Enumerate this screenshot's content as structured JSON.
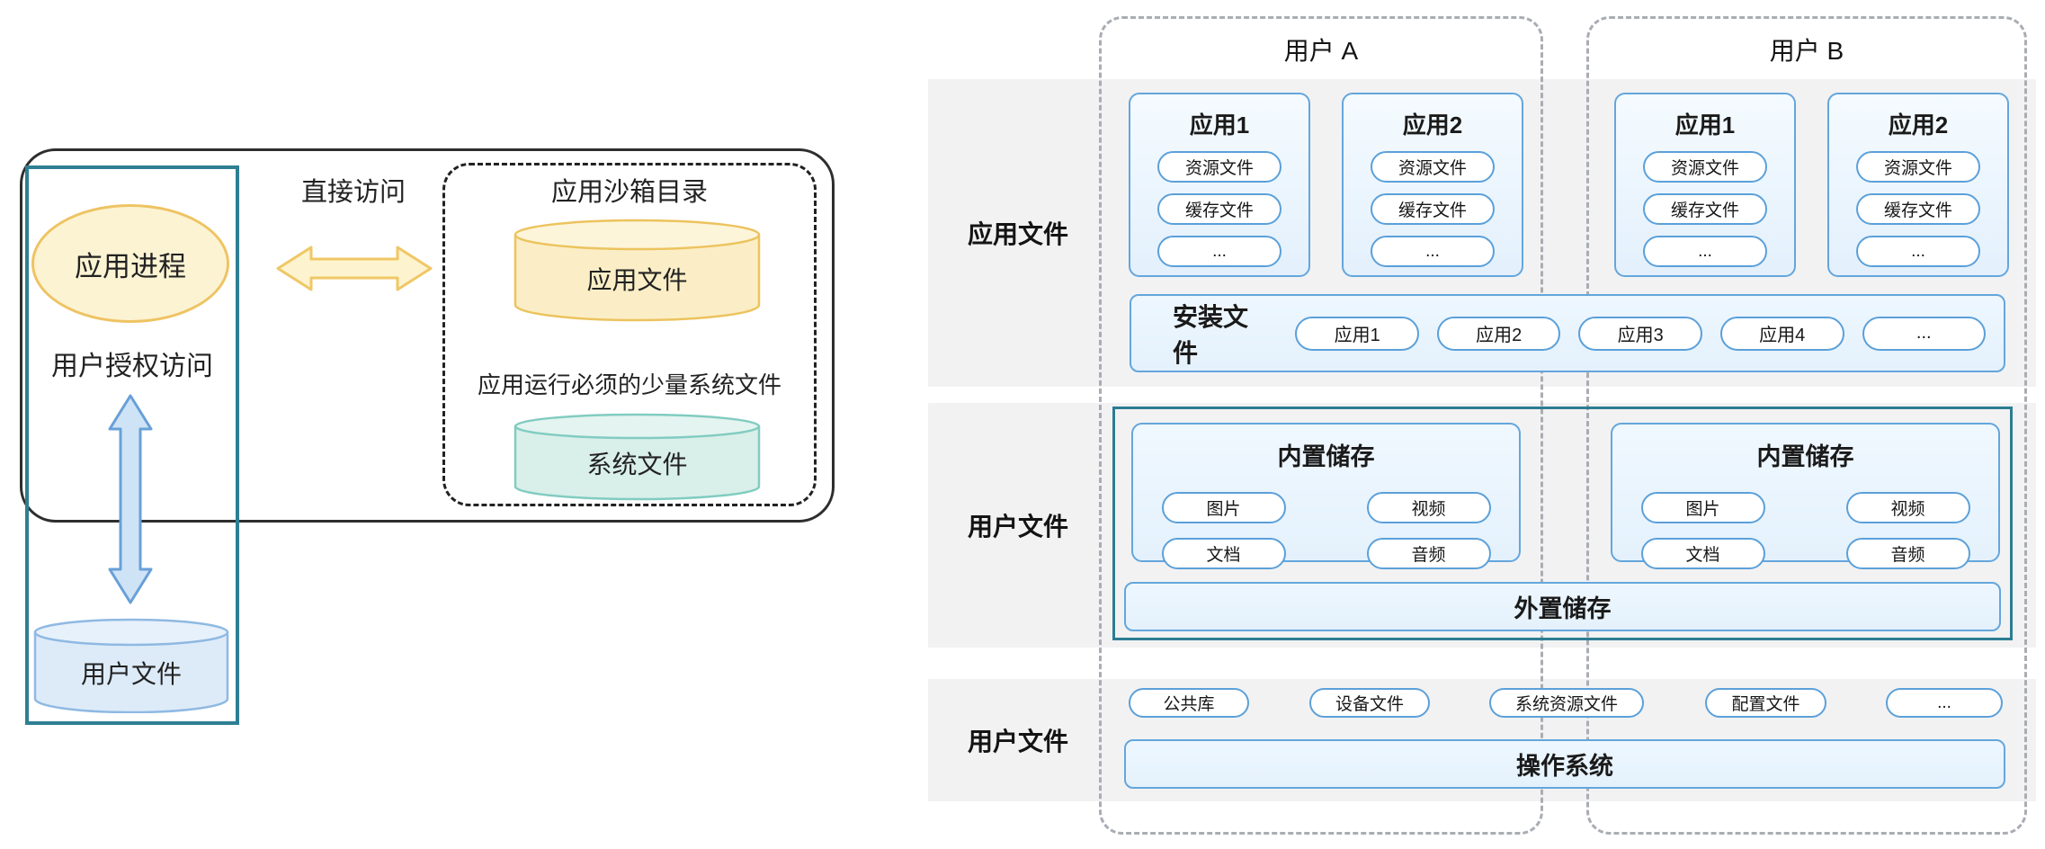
{
  "left_diagram": {
    "process_box": {
      "ellipse_label": "应用进程",
      "auth_label": "用户授权访问",
      "cylinder_label": "用户文件"
    },
    "direct_access_label": "直接访问",
    "sandbox_box": {
      "title": "应用沙箱目录",
      "app_cylinder_label": "应用文件",
      "note": "应用运行必须的少量系统文件",
      "system_cylinder_label": "系统文件"
    }
  },
  "right_diagram": {
    "user_a_label": "用户 A",
    "user_b_label": "用户 B",
    "row_labels": [
      "应用文件",
      "用户文件",
      "用户文件"
    ],
    "app_card": {
      "titles": [
        "应用1",
        "应用2"
      ],
      "pills": [
        "资源文件",
        "缓存文件",
        "..."
      ]
    },
    "install_row": {
      "label": "安装文件",
      "pills": [
        "应用1",
        "应用2",
        "应用3",
        "应用4",
        "..."
      ]
    },
    "internal_storage": {
      "title": "内置储存",
      "pills": [
        "图片",
        "视频",
        "文档",
        "音频"
      ]
    },
    "external_storage_label": "外置储存",
    "system_row": {
      "pills": [
        "公共库",
        "设备文件",
        "系统资源文件",
        "配置文件",
        "..."
      ],
      "os_label": "操作系统"
    }
  },
  "colors": {
    "band_gray": "#f2f2f3",
    "dashed_gray": "#a9adb3",
    "blue_border": "#64a6dc",
    "teal_border": "#2c7d91",
    "teal_rect_left": "#2e7f93",
    "yellow_fill": "#fcf3d3",
    "yellow_border": "#eec362",
    "yellow_cyl_fill": "#fbeec6",
    "teal_cyl_fill": "#d9efe9",
    "teal_cyl_border": "#81ccc1",
    "blue_cyl_fill": "#ddebf9",
    "blue_cyl_border": "#8fb9e2",
    "blue_arrow_fill": "#cfe3f6",
    "blue_arrow_border": "#68a0d8"
  }
}
